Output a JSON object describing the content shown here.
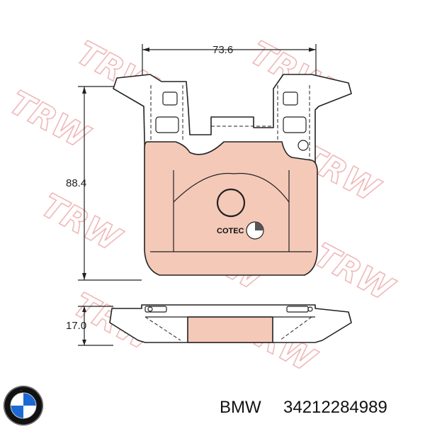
{
  "drawing": {
    "width_label": "73.6",
    "height_label": "88.4",
    "thickness_label": "17.0",
    "cert_label": "COTEC",
    "watermark_text": "TRW",
    "friction_color": "#f4c9b8",
    "watermark_color": "#f0b8b8"
  },
  "brand": {
    "name": "BMW",
    "part_number": "34212284989",
    "logo_icon": "bmw-roundel-icon",
    "logo_colors": {
      "blue": "#1c69d4",
      "white": "#ffffff",
      "ring": "#111111"
    }
  }
}
